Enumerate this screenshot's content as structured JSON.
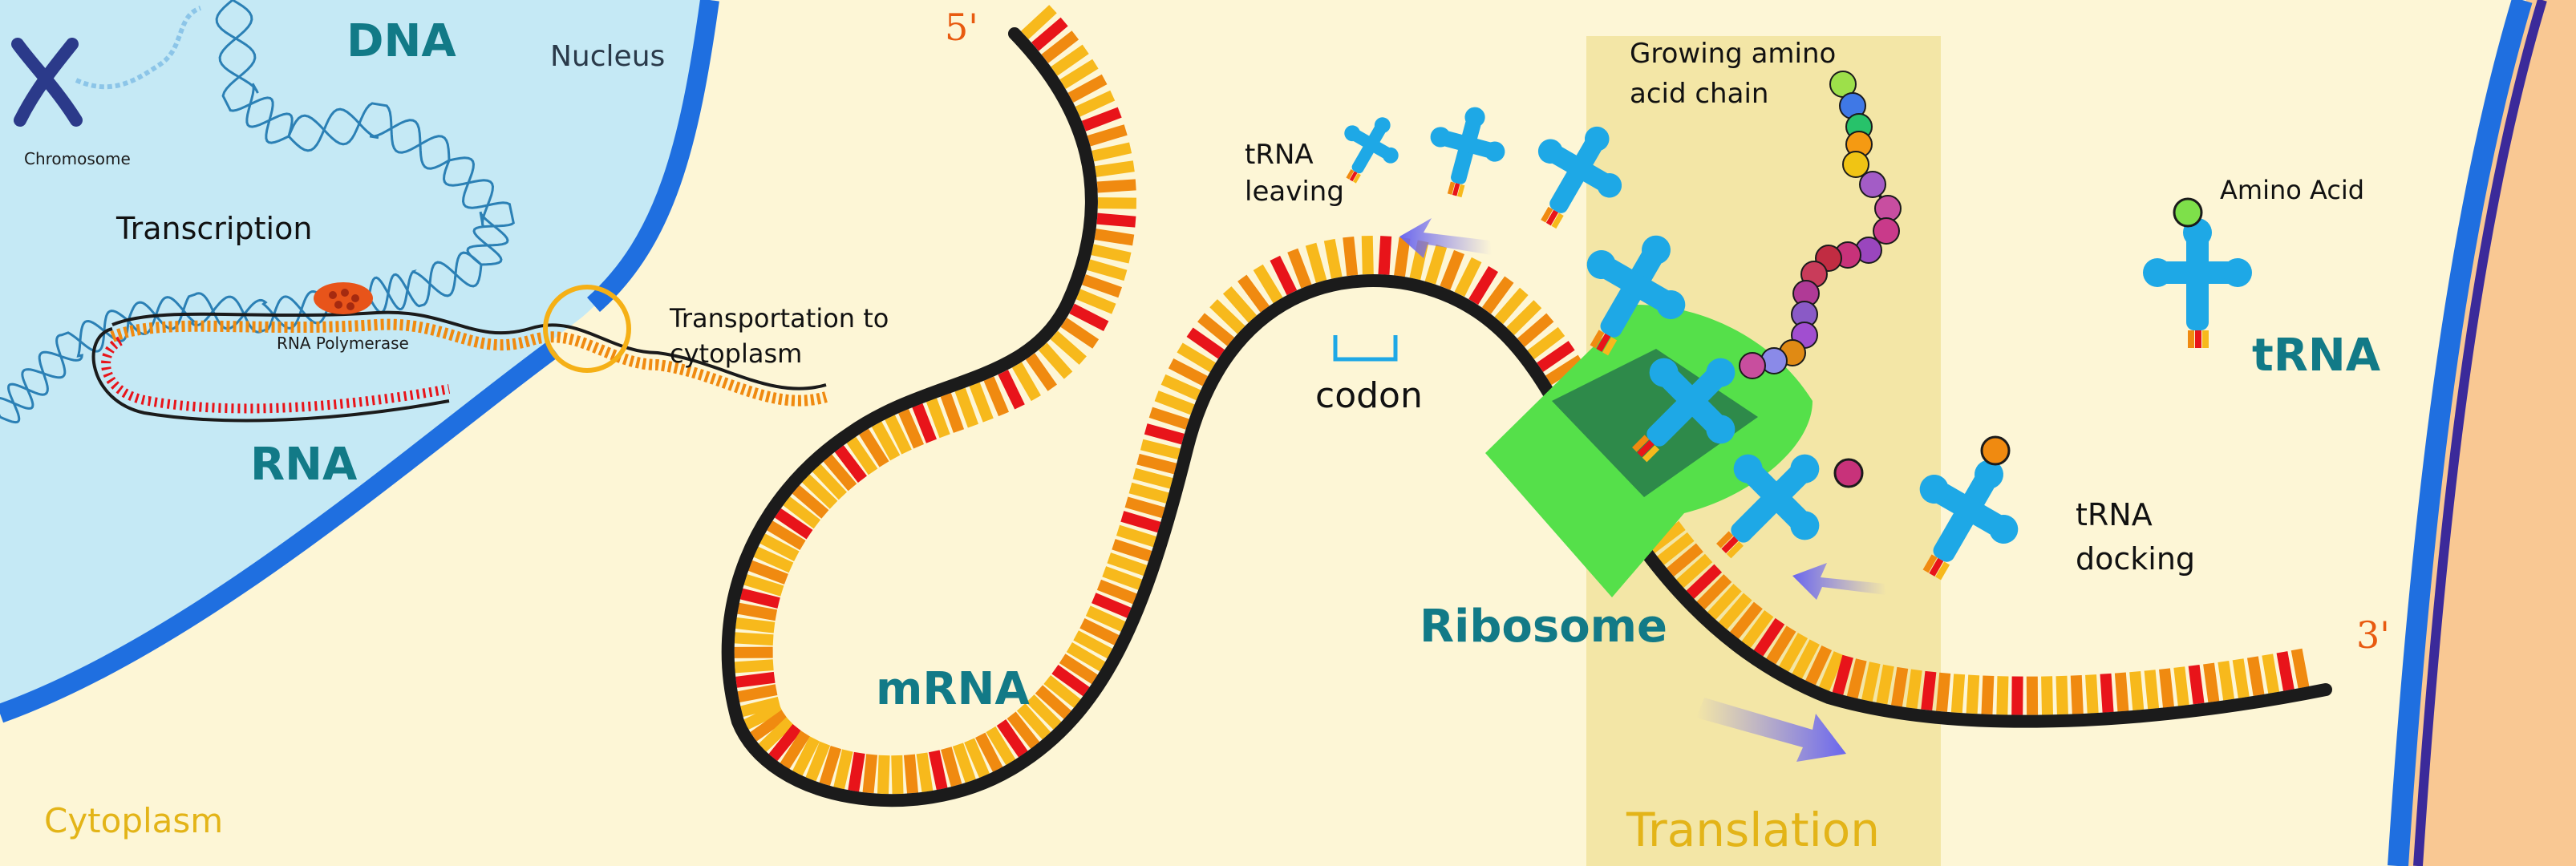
{
  "labels": {
    "dna": "DNA",
    "nucleus": "Nucleus",
    "chromosome": "Chromosome",
    "transcription": "Transcription",
    "rna_polymerase": "RNA Polymerase",
    "rna": "RNA",
    "transport_line1": "Transportation to",
    "transport_line2": "cytoplasm",
    "cytoplasm": "Cytoplasm",
    "five_prime": "5'",
    "three_prime": "3'",
    "mrna": "mRNA",
    "codon": "codon",
    "trna_leaving_line1": "tRNA",
    "trna_leaving_line2": "leaving",
    "growing_chain_line1": "Growing amino",
    "growing_chain_line2": "acid chain",
    "amino_acid": "Amino Acid",
    "trna": "tRNA",
    "trna_docking_line1": "tRNA",
    "trna_docking_line2": "docking",
    "ribosome": "Ribosome",
    "translation": "Translation"
  },
  "colors": {
    "background": "#fdf6d6",
    "nucleus_fill": "#c5e9f5",
    "membrane": "#1f6fe0",
    "teal_text": "#127a87",
    "gold_text": "#e3b418",
    "strand": "#1b1b1b",
    "base_red": "#e8141a",
    "base_orange": "#f08a10",
    "base_yellow": "#f7b91c",
    "trna_body": "#1ea8e6",
    "ribosome_light": "#55e04a",
    "ribosome_dark": "#2e8a4a",
    "translation_band": "#f3e6a6",
    "prime_label": "#e85a10"
  },
  "amino_chain_colors": [
    "#9de04a",
    "#3f78e6",
    "#27c26a",
    "#f59a12",
    "#f0c414",
    "#a35cc6",
    "#c84ea0",
    "#c93a8a",
    "#9a46be",
    "#c8327a",
    "#c12c42",
    "#c93c5a",
    "#b03a96",
    "#8a5ac6",
    "#a14ed0",
    "#e08a14",
    "#8a8ae8",
    "#c84e9e"
  ]
}
